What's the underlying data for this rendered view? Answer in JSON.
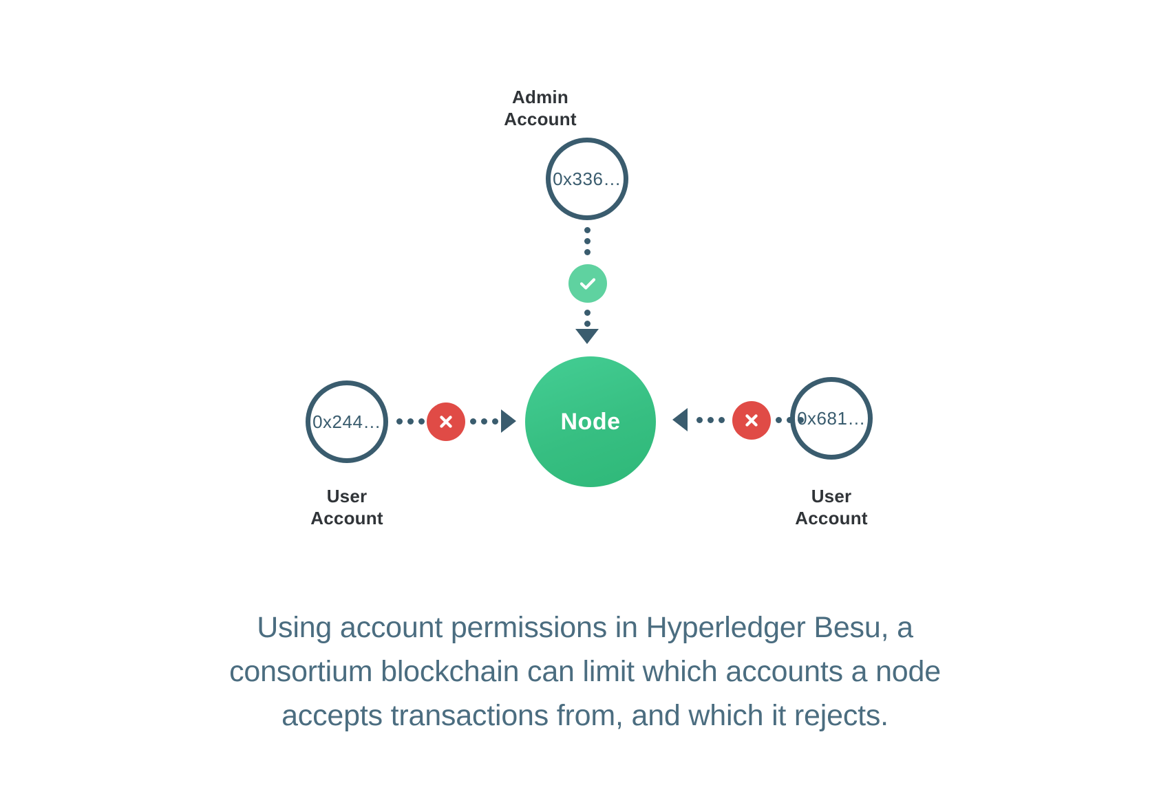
{
  "diagram": {
    "title_alt": "Hyperledger Besu account permissions diagram",
    "background_color": "#ffffff",
    "colors": {
      "outline": "#3A5C6E",
      "node_green": "#37BF82",
      "allow_green": "#5FD2A0",
      "deny_red": "#E04B46",
      "label_dark": "#303438",
      "caption_slate": "#4B6D80"
    },
    "nodes": {
      "admin": {
        "label": "Admin\nAccount",
        "address": "0x336…",
        "type": "admin-account"
      },
      "center": {
        "label": "Node",
        "type": "node"
      },
      "user_left": {
        "label": "User\nAccount",
        "address": "0x244…",
        "type": "user-account"
      },
      "user_right": {
        "label": "User\nAccount",
        "address": "0x681…",
        "type": "user-account"
      }
    },
    "connections": [
      {
        "from": "admin",
        "to": "center",
        "status": "allowed",
        "badge_icon": "check-icon",
        "direction": "down"
      },
      {
        "from": "user_left",
        "to": "center",
        "status": "rejected",
        "badge_icon": "x-icon",
        "direction": "right"
      },
      {
        "from": "user_right",
        "to": "center",
        "status": "rejected",
        "badge_icon": "x-icon",
        "direction": "left"
      }
    ]
  },
  "caption": {
    "line1": "Using account permissions in Hyperledger Besu, a",
    "line2": "consortium blockchain can limit which accounts a node",
    "line3": "accepts transactions from, and which it rejects."
  }
}
